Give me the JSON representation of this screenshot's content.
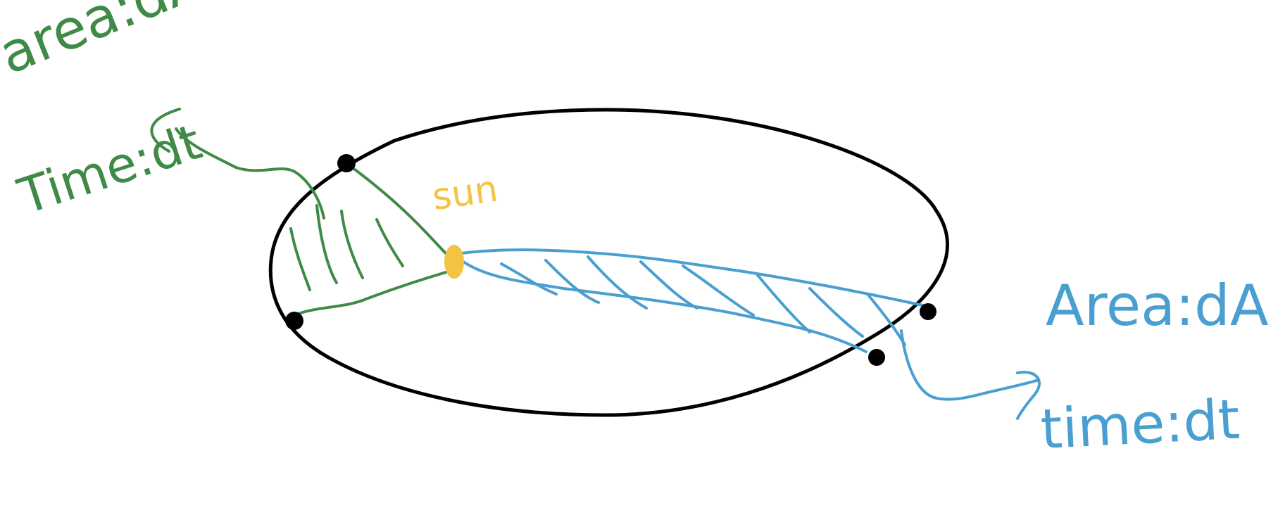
{
  "labels": {
    "green_area": "area:dA",
    "green_time": "Time:dt",
    "sun": "sun",
    "blue_area": "Area:dA",
    "blue_time": "time:dt"
  },
  "colors": {
    "orbit": "#000000",
    "green_region": "#3f8a46",
    "blue_region": "#4a9fd1",
    "sun": "#f3c343"
  }
}
